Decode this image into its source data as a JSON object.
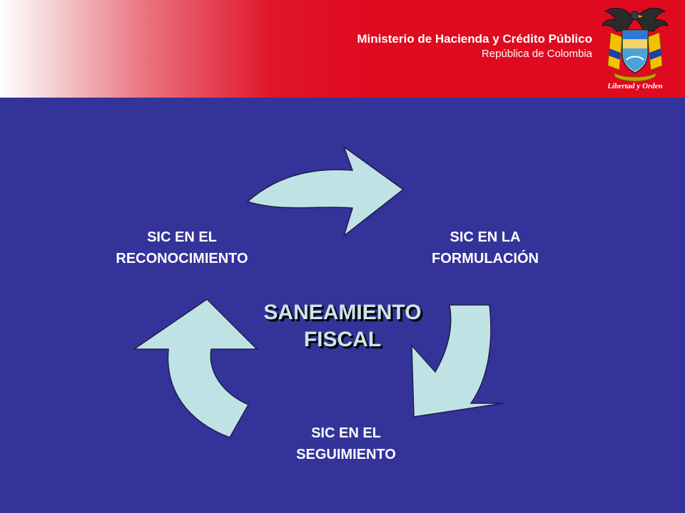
{
  "header": {
    "ministry": "Ministerio de Hacienda y Crédito Público",
    "republic": "República de Colombia",
    "motto": "Libertad y Orden"
  },
  "colors": {
    "background": "#34339a",
    "header_red": "#df0a20",
    "arrow_fill": "#bfe3e5",
    "arrow_stroke": "#1e1e4a",
    "center_text": "#cde6e8"
  },
  "diagram": {
    "center": [
      "SANEAMIENTO",
      "FISCAL"
    ],
    "stages": [
      {
        "lines": [
          "SIC EN LA",
          "FORMULACIÓN"
        ]
      },
      {
        "lines": [
          "SIC EN EL",
          "SEGUIMIENTO"
        ]
      },
      {
        "lines": [
          "SIC EN EL",
          "RECONOCIMIENTO"
        ]
      }
    ]
  }
}
